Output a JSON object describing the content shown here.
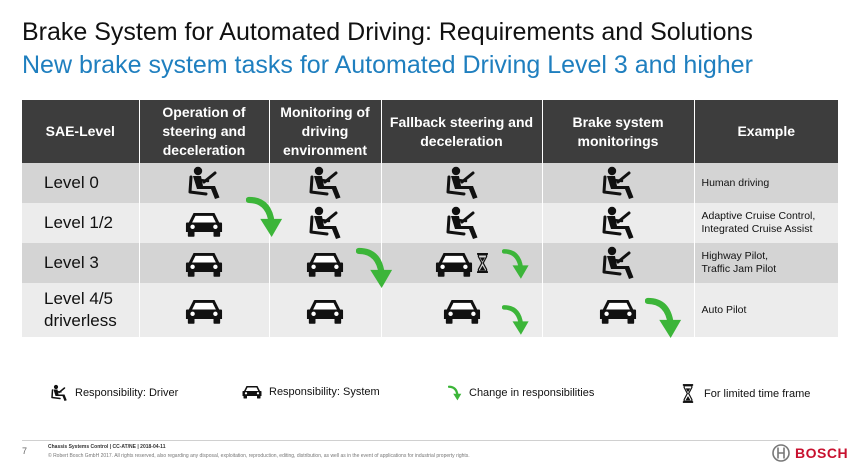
{
  "title": "Brake System for Automated Driving: Requirements and Solutions",
  "subtitle": "New brake system tasks for Automated Driving Level 3 and higher",
  "table": {
    "headers": [
      {
        "lines": [
          "SAE-Level"
        ]
      },
      {
        "lines": [
          "Operation of",
          "steering and",
          "deceleration"
        ]
      },
      {
        "lines": [
          "Monitoring of",
          "driving",
          "environment"
        ]
      },
      {
        "lines": [
          "Fallback steering and",
          "deceleration"
        ]
      },
      {
        "lines": [
          "Brake system",
          "monitorings"
        ]
      },
      {
        "lines": [
          "Example"
        ]
      }
    ],
    "rows": [
      {
        "level": [
          "Level 0"
        ],
        "cells": [
          "driver-icon",
          "driver-icon",
          "driver-icon",
          "driver-icon"
        ],
        "example": [
          "Human driving"
        ]
      },
      {
        "level": [
          "Level 1/2"
        ],
        "cells": [
          "car-icon",
          "driver-icon",
          "driver-icon",
          "driver-icon"
        ],
        "example": [
          "Adaptive Cruise Control,",
          "Integrated Cruise Assist"
        ]
      },
      {
        "level": [
          "Level 3"
        ],
        "cells": [
          "car-icon",
          "car-icon",
          "car-icon+hourglass-icon",
          "driver-icon"
        ],
        "example": [
          "Highway Pilot,",
          "Traffic Jam Pilot"
        ]
      },
      {
        "level": [
          "Level 4/5",
          "driverless"
        ],
        "cells": [
          "car-icon",
          "car-icon",
          "car-icon",
          "car-icon"
        ],
        "example": [
          "Auto Pilot"
        ]
      }
    ]
  },
  "legend": {
    "driver": "Responsibility: Driver",
    "system": "Responsibility: System",
    "change": "Change in responsibilities",
    "limited": "For limited time frame"
  },
  "footer": {
    "page": "7",
    "line1": "Chassis Systems Control | CC-AT/NE | 2018-04-11",
    "line2": "© Robert Bosch GmbH 2017. All rights reserved, also regarding any disposal, exploitation, reproduction, editing, distribution, as well as in the event of applications for industrial property rights.",
    "brand": "BOSCH"
  },
  "colors": {
    "header_bg": "#3d3d3d",
    "row_dark": "#d4d4d4",
    "row_light": "#ececec",
    "arrow_green": "#3cb539",
    "subtitle_blue": "#1f7fbf",
    "bosch_red": "#c8102e"
  }
}
